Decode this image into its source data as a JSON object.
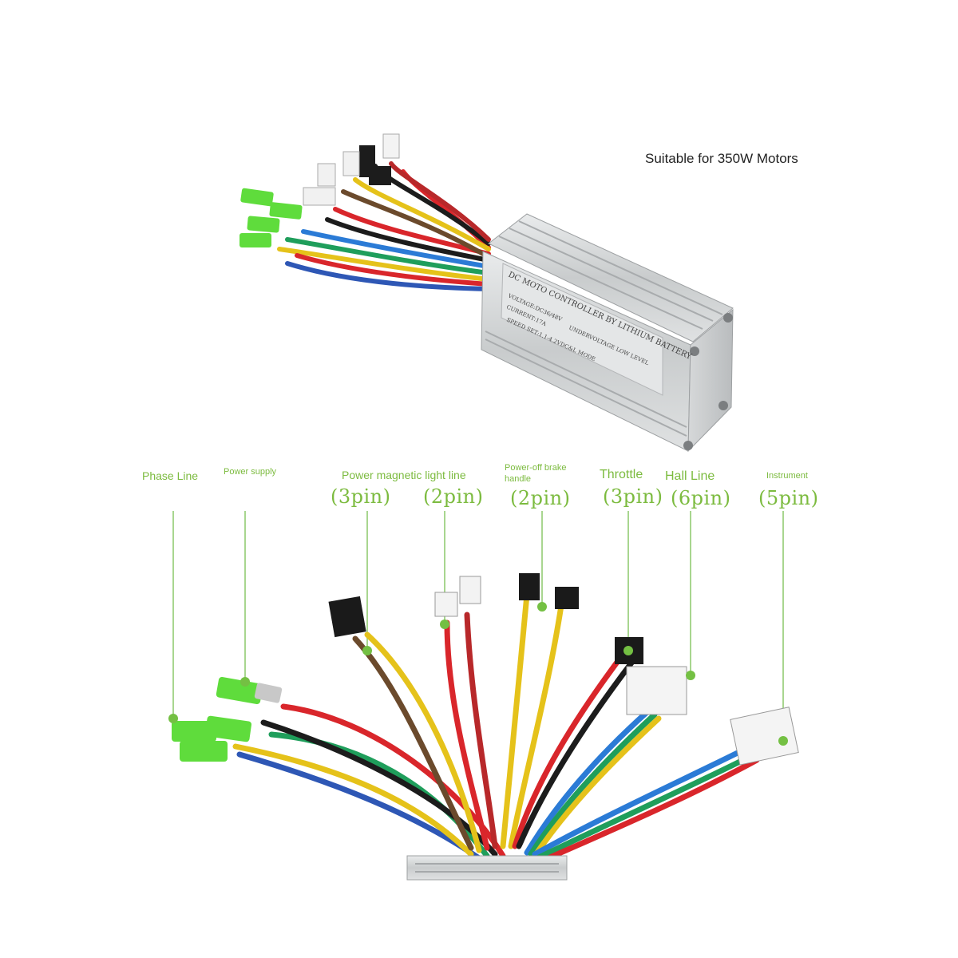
{
  "caption": "Suitable for 350W Motors",
  "controller_label": {
    "line1": "DC MOTO CONTROLLER BY LITHIUM BATTERY",
    "line2": "VOLTAGE:DC36/48V",
    "line3": "CURRENT:17A",
    "line4": "UNDERVOLTAGE LOW LEVEL",
    "line5": "SPEED SET:1.1-4.2VDC&L MODE"
  },
  "labels": {
    "phase_line": "Phase Line",
    "power_supply": "Power supply",
    "power_magnetic_light_line": "Power magnetic light line",
    "power_off_brake_line1": "Power-off brake",
    "power_off_brake_line2": "handle",
    "throttle": "Throttle",
    "hall_line": "Hall Line",
    "instrument": "Instrument"
  },
  "pins": {
    "power_magnetic": "(3pin)",
    "light_line": "(2pin)",
    "brake": "(2pin)",
    "throttle": "(3pin)",
    "hall": "(6pin)",
    "instrument": "(5pin)"
  },
  "colors": {
    "label_green": "#7cbb3f",
    "connector_green": "#5fdc3c",
    "housing_silver": "#cfd2d3"
  }
}
